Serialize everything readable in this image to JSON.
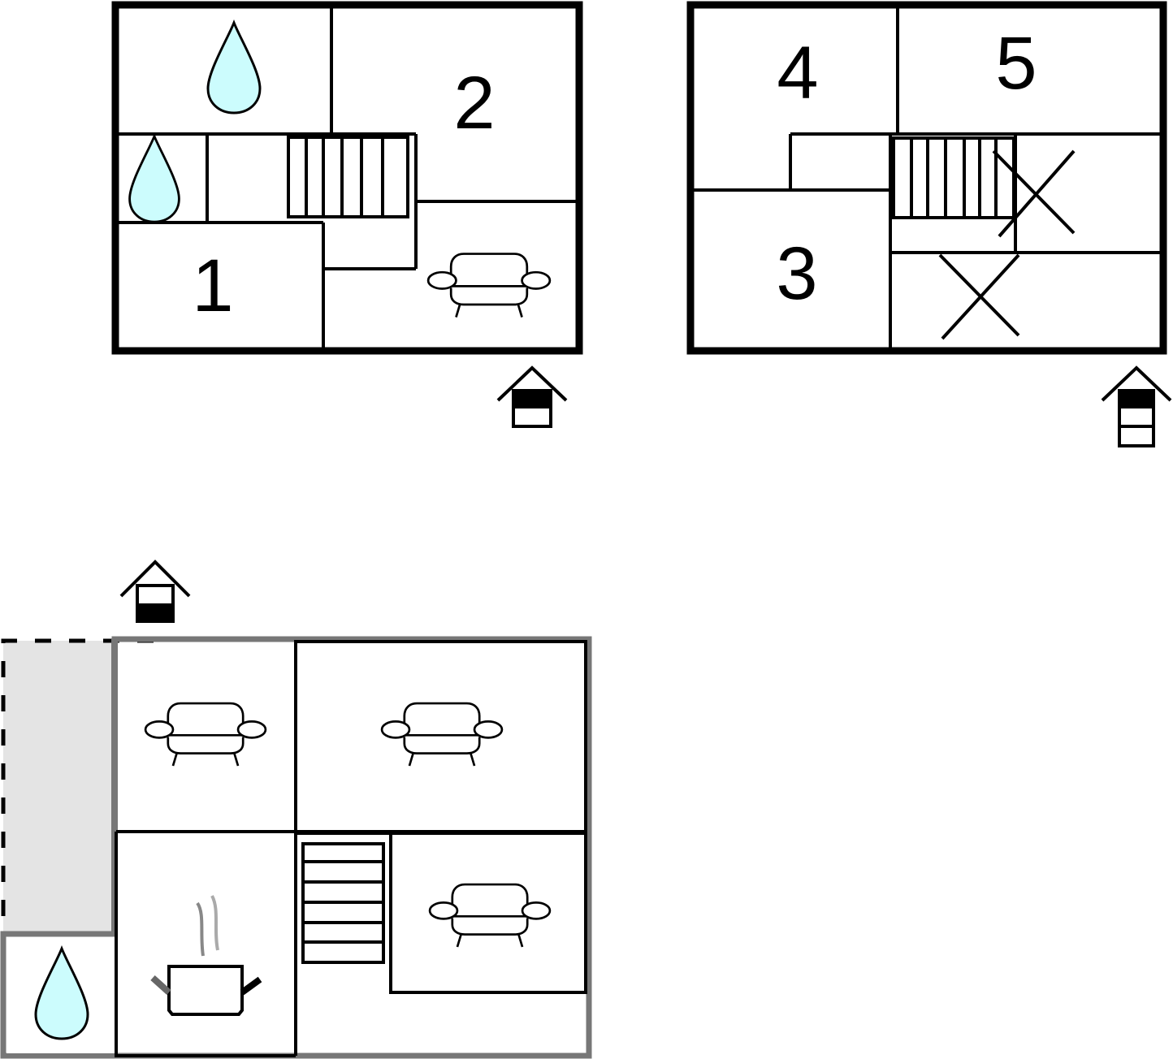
{
  "diagram": {
    "type": "floor-plan",
    "colors": {
      "wall": "#000000",
      "outer_wall_ground": "#777777",
      "terrace_fill": "#e4e4e4",
      "water_fill": "#ccfcfd",
      "background": "#ffffff"
    },
    "floors": [
      {
        "id": "first-floor",
        "floor_indicator": "floor 2 of 2 (upper level highlighted)",
        "room_labels": [
          {
            "id": "bedroom-1",
            "label": "1"
          },
          {
            "id": "bedroom-2",
            "label": "2"
          }
        ],
        "icons": [
          "water-drop (bathroom)",
          "water-drop (toilet)",
          "staircase",
          "sofa (living area)"
        ]
      },
      {
        "id": "second-floor",
        "floor_indicator": "floor 3 of 3 (top level highlighted)",
        "room_labels": [
          {
            "id": "bedroom-3",
            "label": "3"
          },
          {
            "id": "bedroom-4",
            "label": "4"
          },
          {
            "id": "bedroom-5",
            "label": "5"
          }
        ],
        "icons": [
          "staircase",
          "void-cross",
          "void-cross"
        ]
      },
      {
        "id": "ground-floor",
        "floor_indicator": "ground level highlighted",
        "room_labels": [],
        "icons": [
          "sofa",
          "sofa",
          "sofa",
          "kitchen-pot",
          "water-drop (bathroom)",
          "staircase"
        ],
        "terrace": "dashed outline area (terrace)"
      }
    ]
  }
}
